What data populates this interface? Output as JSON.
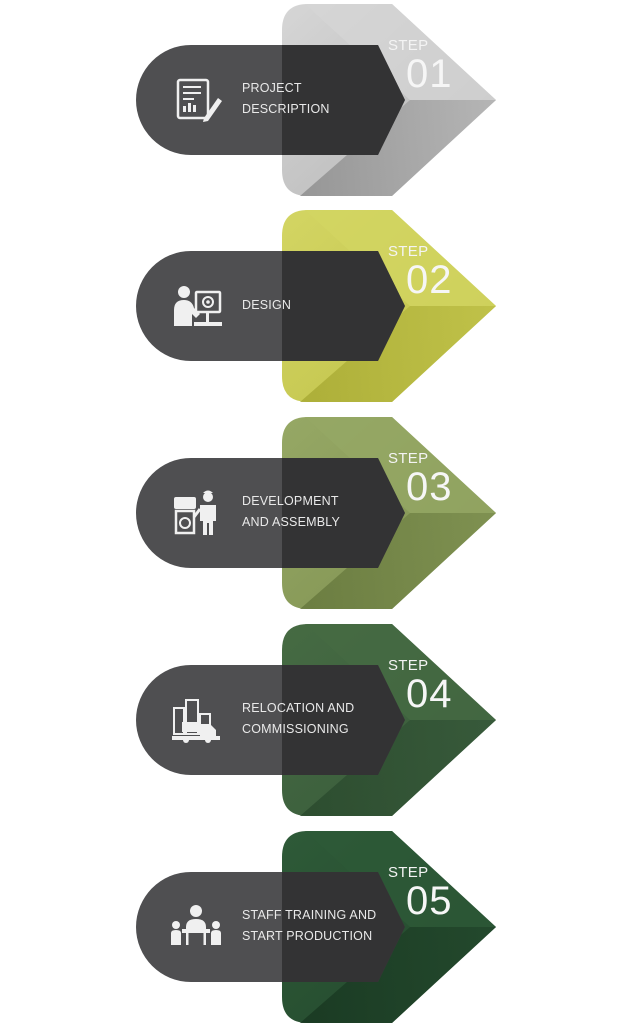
{
  "steps": [
    {
      "step_label": "STEP",
      "number": "01",
      "line1": "PROJECT",
      "line2": "DESCRIPTION",
      "icon": "document-pen-icon",
      "colors": {
        "light": "#d6d6d6",
        "mid": "#b4b4b4",
        "dark": "#8e8e8e"
      }
    },
    {
      "step_label": "STEP",
      "number": "02",
      "line1": "DESIGN",
      "line2": "",
      "icon": "engineer-at-monitor-icon",
      "colors": {
        "light": "#d3d563",
        "mid": "#bfc148",
        "dark": "#a8aa34"
      }
    },
    {
      "step_label": "STEP",
      "number": "03",
      "line1": "DEVELOPMENT",
      "line2": "AND ASSEMBLY",
      "icon": "worker-machine-icon",
      "colors": {
        "light": "#96a865",
        "mid": "#7e9050",
        "dark": "#66783d"
      }
    },
    {
      "step_label": "STEP",
      "number": "04",
      "line1": "RELOCATION AND",
      "line2": "COMMISSIONING",
      "icon": "factory-truck-icon",
      "colors": {
        "light": "#466b43",
        "mid": "#37593a",
        "dark": "#2a4a2d"
      }
    },
    {
      "step_label": "STEP",
      "number": "05",
      "line1": "STAFF TRAINING AND",
      "line2": "START PRODUCTION",
      "icon": "meeting-table-icon",
      "colors": {
        "light": "#2e5a38",
        "mid": "#23482c",
        "dark": "#183721"
      }
    }
  ]
}
